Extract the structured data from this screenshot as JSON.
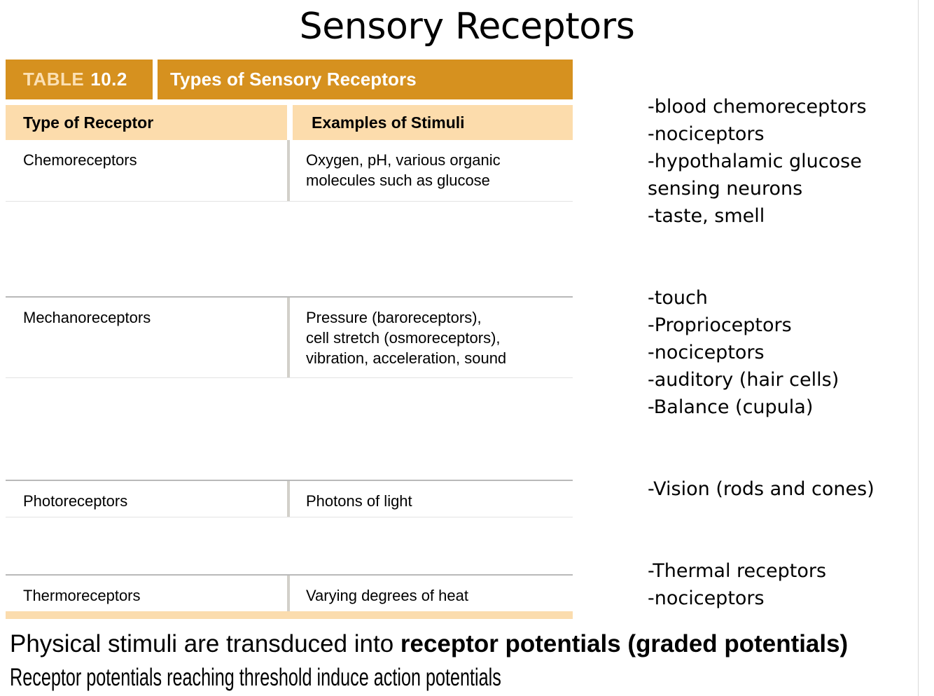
{
  "slide": {
    "title": "Sensory Receptors"
  },
  "table": {
    "number_label": "TABLE",
    "number": "10.2",
    "caption": "Types of Sensory Receptors",
    "columns": [
      "Type of Receptor",
      "Examples of Stimuli"
    ],
    "rows": [
      {
        "type": "Chemoreceptors",
        "stimuli_lines": [
          "Oxygen, pH, various organic",
          "molecules such as glucose"
        ]
      },
      {
        "type": "Mechanoreceptors",
        "stimuli_lines": [
          "Pressure (baroreceptors),",
          "cell stretch (osmoreceptors),",
          "vibration, acceleration, sound"
        ]
      },
      {
        "type": "Photoreceptors",
        "stimuli_lines": [
          "Photons of light"
        ]
      },
      {
        "type": "Thermoreceptors",
        "stimuli_lines": [
          "Varying degrees of heat"
        ]
      }
    ]
  },
  "annotations": [
    {
      "for_row": "Chemoreceptors",
      "lines": [
        "-blood chemoreceptors",
        "-nociceptors",
        "-hypothalamic glucose",
        "sensing neurons",
        "-taste, smell"
      ]
    },
    {
      "for_row": "Mechanoreceptors",
      "lines": [
        "-touch",
        "-Proprioceptors",
        "-nociceptors",
        "-auditory (hair cells)",
        "-Balance (cupula)"
      ]
    },
    {
      "for_row": "Photoreceptors",
      "lines": [
        "-Vision (rods and cones)"
      ]
    },
    {
      "for_row": "Thermoreceptors",
      "lines": [
        "-Thermal receptors",
        "-nociceptors"
      ]
    }
  ],
  "bottom_text": {
    "line1_prefix": "Physical stimuli are transduced into ",
    "line1_bold": "receptor potentials (graded potentials)",
    "line2": "Receptor potentials reaching threshold induce action potentials"
  },
  "colors": {
    "header_orange": "#d6911f",
    "subheader_cream": "#fcdcac",
    "table_label_cream": "#fbe0b4",
    "row_separator_gray": "#b9b9b9",
    "column_divider_gray": "#d2d0ca",
    "bottom_bar_cream": "#fbdcae",
    "right_rule_gray": "#d9d9d9"
  }
}
